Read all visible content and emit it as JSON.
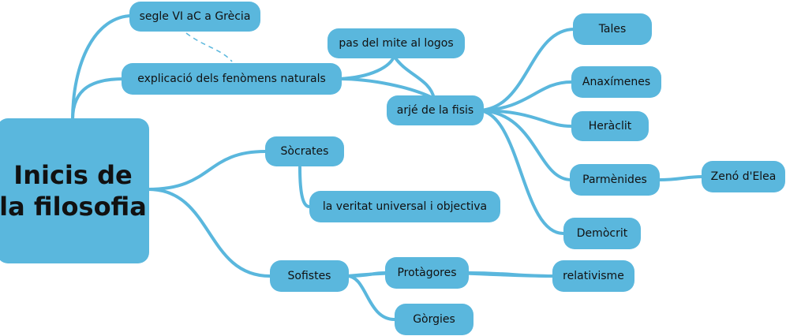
{
  "diagram": {
    "root": {
      "label": "Inicis de la filosofia"
    },
    "nodes": {
      "segle": "segle VI aC a Grècia",
      "explicacio": "explicació dels fenòmens naturals",
      "pas_mite": "pas del mite al logos",
      "arje": "arjé de la fisis",
      "tales": "Tales",
      "anaximenes": "Anaxímenes",
      "heraclit": "Heràclit",
      "parmenides": "Parmènides",
      "zeno": "Zenó d'Elea",
      "democrit": "Demòcrit",
      "socrates": "Sòcrates",
      "veritat": "la veritat universal i objectiva",
      "sofistes": "Sofistes",
      "protagores": "Protàgores",
      "relativisme": "relativisme",
      "gorgies": "Gòrgies"
    },
    "colors": {
      "node": "#5ab7dd",
      "link": "#5ab7dd",
      "text": "#111111"
    }
  }
}
